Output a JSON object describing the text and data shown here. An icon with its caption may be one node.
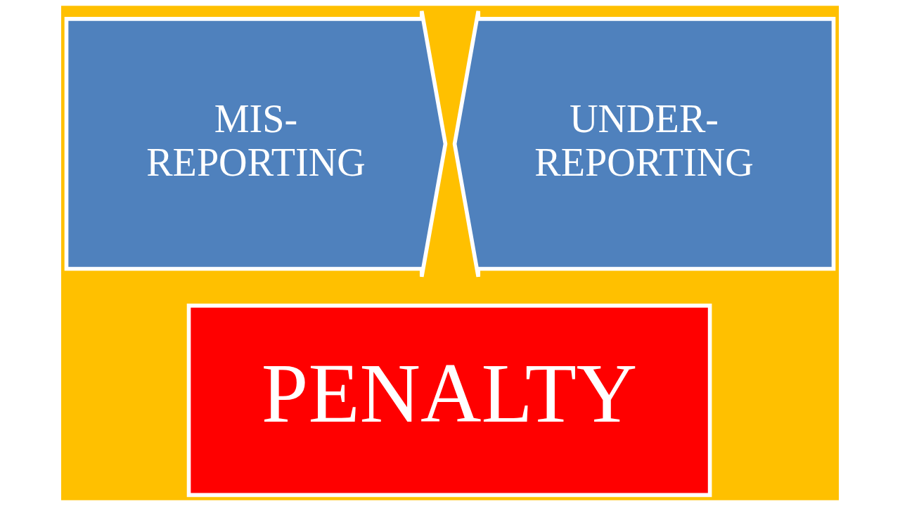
{
  "diagram": {
    "nodes": [
      {
        "text": [
          "MIS- REPORTING"
        ]
      },
      {
        "text": [
          "UNDER- REPORTING"
        ]
      },
      {
        "text": [
          "PENALTY"
        ]
      }
    ]
  }
}
